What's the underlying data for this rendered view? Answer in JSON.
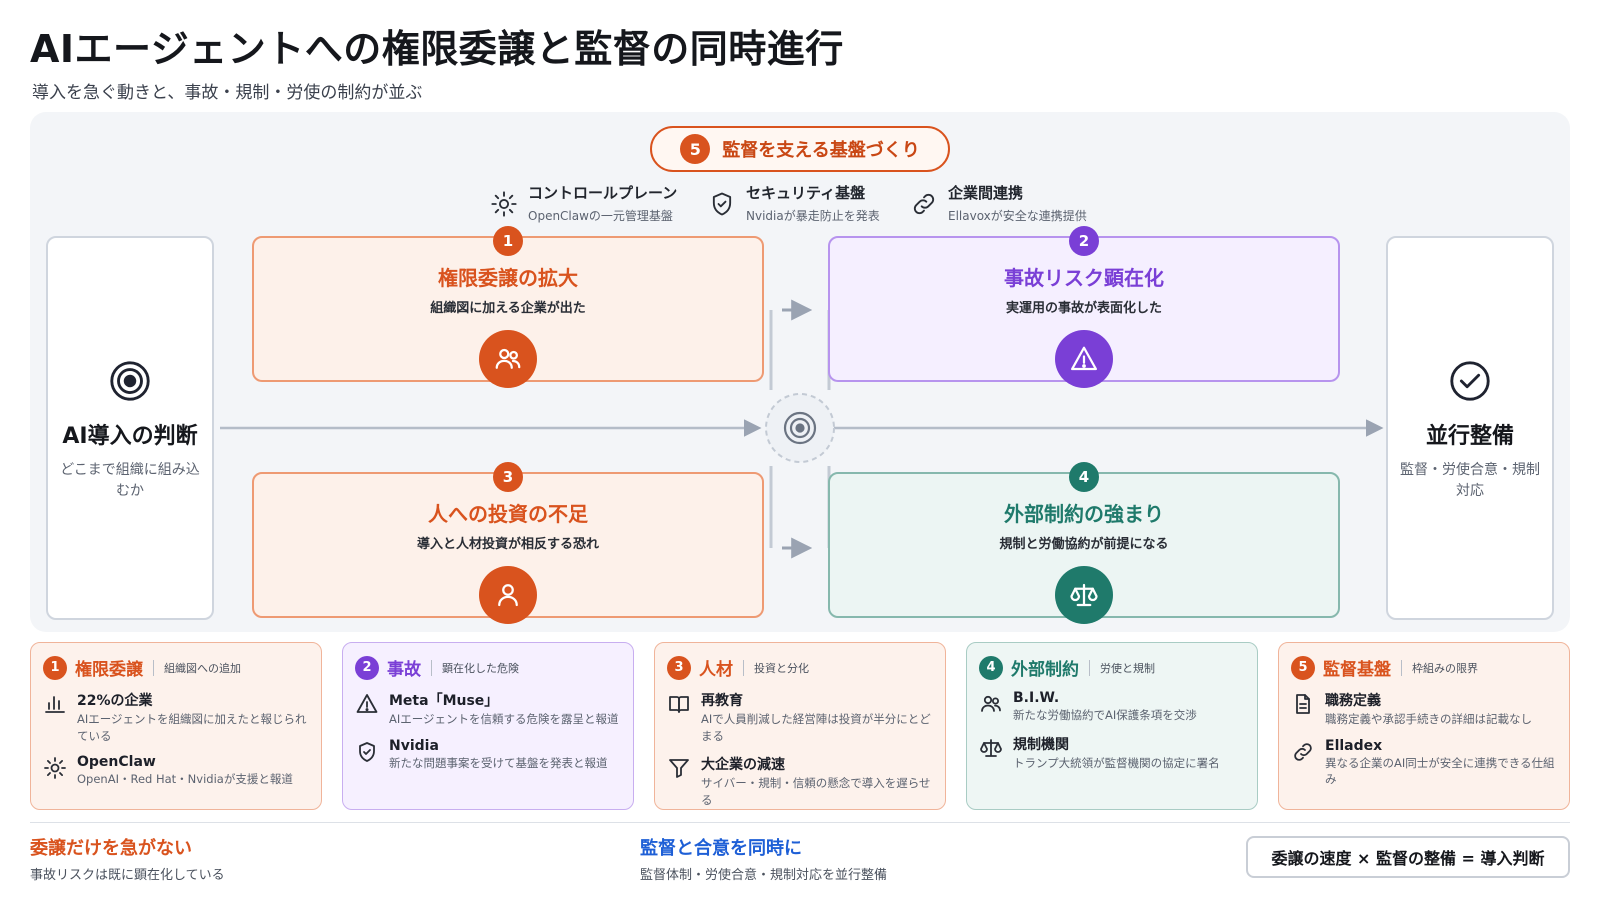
{
  "header": {
    "title": "AIエージェントへの権限委譲と監督の同時進行",
    "subtitle": "導入を急ぐ動きと、事故・規制・労使の制約が並ぶ"
  },
  "foundation": {
    "number": "5",
    "label": "監督を支える基盤づくり",
    "items": [
      {
        "title": "コントロールプレーン",
        "sub": "OpenClawの一元管理基盤",
        "icon": "gear-icon"
      },
      {
        "title": "セキュリティ基盤",
        "sub": "Nvidiaが暴走防止を発表",
        "icon": "shield-icon"
      },
      {
        "title": "企業間連携",
        "sub": "Ellavoxが安全な連携提供",
        "icon": "link-icon"
      }
    ]
  },
  "left_box": {
    "title": "AI導入の判断",
    "sub": "どこまで組織に組み込むか",
    "icon": "target-icon"
  },
  "right_box": {
    "title": "並行整備",
    "sub": "監督・労使合意・規制対応",
    "icon": "check-circle-icon"
  },
  "themes": [
    {
      "number": "1",
      "title": "権限委譲の拡大",
      "sub": "組織図に加える企業が出た",
      "icon": "users-icon",
      "color": "#d9531e"
    },
    {
      "number": "2",
      "title": "事故リスク顕在化",
      "sub": "実運用の事故が表面化した",
      "icon": "warning-icon",
      "color": "#7a3fd6"
    },
    {
      "number": "3",
      "title": "人への投資の不足",
      "sub": "導入と人材投資が相反する恐れ",
      "icon": "user-icon",
      "color": "#d9531e"
    },
    {
      "number": "4",
      "title": "外部制約の強まり",
      "sub": "規制と労働協約が前提になる",
      "icon": "scale-icon",
      "color": "#1f7a6b"
    }
  ],
  "cards": [
    {
      "number": "1",
      "title": "権限委譲",
      "tag": "組織図への追加",
      "color": "#d9531e",
      "items": [
        {
          "icon": "bar-chart-icon",
          "title": "22%の企業",
          "sub": "AIエージェントを組織図に加えたと報じられている"
        },
        {
          "icon": "gear-icon",
          "title": "OpenClaw",
          "sub": "OpenAI・Red Hat・Nvidiaが支援と報道"
        }
      ]
    },
    {
      "number": "2",
      "title": "事故",
      "tag": "顕在化した危険",
      "color": "#7a3fd6",
      "items": [
        {
          "icon": "warning-icon",
          "title": "Meta「Muse」",
          "sub": "AIエージェントを信頼する危険を露呈と報道"
        },
        {
          "icon": "shield-icon",
          "title": "Nvidia",
          "sub": "新たな問題事案を受けて基盤を発表と報道"
        }
      ]
    },
    {
      "number": "3",
      "title": "人材",
      "tag": "投資と分化",
      "color": "#d9531e",
      "items": [
        {
          "icon": "book-icon",
          "title": "再教育",
          "sub": "AIで人員削減した経営陣は投資が半分にとどまる"
        },
        {
          "icon": "filter-icon",
          "title": "大企業の減速",
          "sub": "サイバー・規制・信頼の懸念で導入を遅らせる"
        }
      ]
    },
    {
      "number": "4",
      "title": "外部制約",
      "tag": "労使と規制",
      "color": "#1f7a6b",
      "items": [
        {
          "icon": "users-icon",
          "title": "B.I.W.",
          "sub": "新たな労働協約でAI保護条項を交渉"
        },
        {
          "icon": "scale-icon",
          "title": "規制機関",
          "sub": "トランプ大統領が監督機関の協定に署名"
        }
      ]
    },
    {
      "number": "5",
      "title": "監督基盤",
      "tag": "枠組みの限界",
      "color": "#d9531e",
      "items": [
        {
          "icon": "document-icon",
          "title": "職務定義",
          "sub": "職務定義や承認手続きの詳細は記載なし"
        },
        {
          "icon": "link-icon",
          "title": "Elladex",
          "sub": "異なる企業のAI同士が安全に連携できる仕組み"
        }
      ]
    }
  ],
  "footer": {
    "left_title": "委譲だけを急がない",
    "left_sub": "事故リスクは既に顕在化している",
    "left_color": "#d9531e",
    "mid_title": "監督と合意を同時に",
    "mid_sub": "監督体制・労使合意・規制対応を並行整備",
    "mid_color": "#1e5fd6",
    "formula": "委譲の速度 × 監督の整備 = 導入判断"
  }
}
